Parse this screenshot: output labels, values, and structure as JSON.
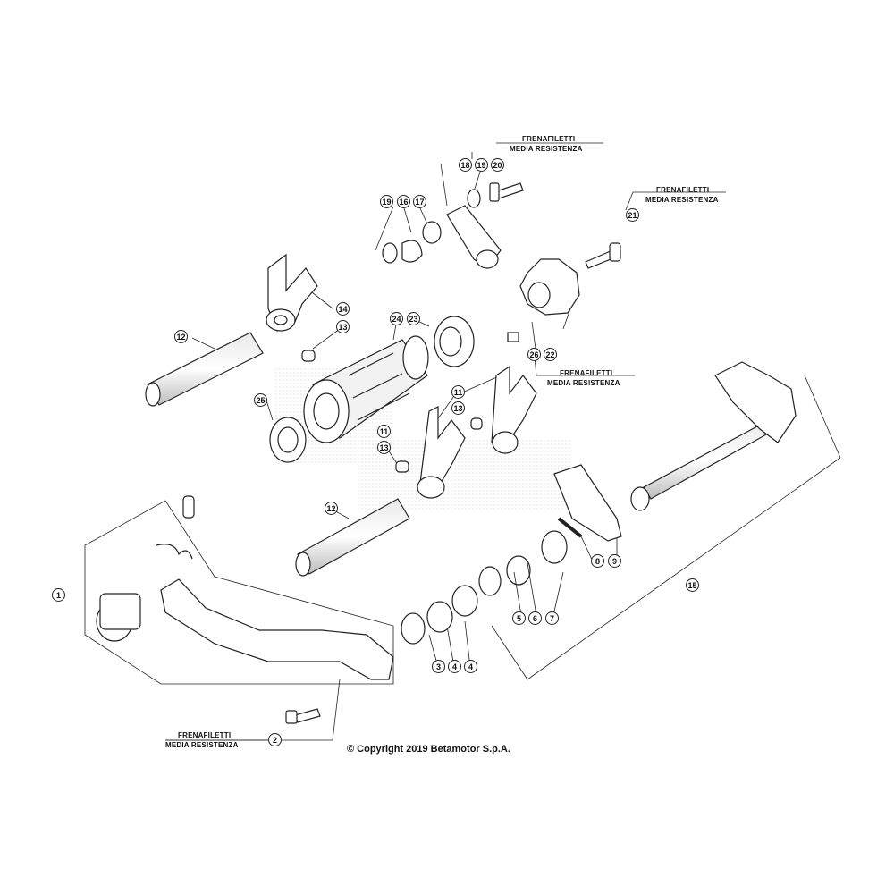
{
  "notes": [
    {
      "id": "note-20",
      "line1": "FRENAFILETTI",
      "line2": "MEDIA RESISTENZA"
    },
    {
      "id": "note-21",
      "line1": "FRENAFILETTI",
      "line2": "MEDIA RESISTENZA"
    },
    {
      "id": "note-26",
      "line1": "FRENAFILETTI",
      "line2": "MEDIA RESISTENZA"
    },
    {
      "id": "note-2",
      "line1": "FRENAFILETTI",
      "line2": "MEDIA RESISTENZA"
    }
  ],
  "callouts": [
    "1",
    "2",
    "3",
    "4",
    "4",
    "5",
    "6",
    "7",
    "8",
    "9",
    "11",
    "11",
    "12",
    "12",
    "13",
    "13",
    "13",
    "14",
    "15",
    "16",
    "17",
    "18",
    "19",
    "19",
    "20",
    "21",
    "22",
    "23",
    "24",
    "25",
    "26"
  ],
  "copyright": "© Copyright 2019 Betamotor S.p.A."
}
